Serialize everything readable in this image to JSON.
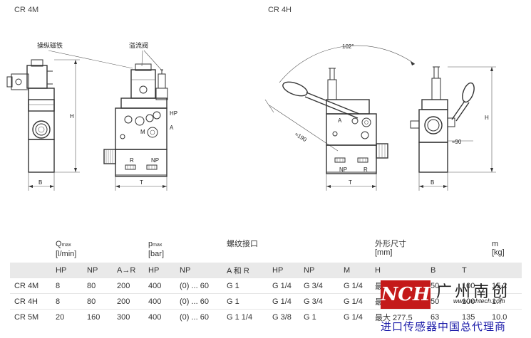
{
  "drawings": {
    "left_title": "CR 4M",
    "right_title": "CR 4H",
    "labels": {
      "solenoid": "操纵磁铁",
      "relief_valve": "溢流阀",
      "H": "H",
      "B": "B",
      "T": "T",
      "HP": "HP",
      "NP": "NP",
      "M": "M",
      "A": "A",
      "R": "R",
      "angle": "102°",
      "lever_len": "≈190",
      "lever_w": "≈90"
    }
  },
  "table": {
    "group_headers": [
      {
        "main": "Q",
        "sub": "max",
        "unit": "[l/min]"
      },
      {
        "main": "p",
        "sub": "max",
        "unit": "[bar]"
      },
      {
        "main": "螺纹接口",
        "sub": "",
        "unit": ""
      },
      {
        "main": "外形尺寸",
        "sub": "",
        "unit": "[mm]"
      },
      {
        "main": "m",
        "sub": "",
        "unit": "[kg]"
      }
    ],
    "columns": [
      "HP",
      "NP",
      "A→R",
      "HP",
      "NP",
      "A 和 R",
      "HP",
      "NP",
      "M",
      "H",
      "B",
      "T"
    ],
    "rows": [
      [
        "CR 4M",
        "8",
        "80",
        "200",
        "400",
        "(0) ... 60",
        "G 1",
        "G 1/4",
        "G 3/4",
        "G 1/4",
        "最",
        "50",
        "100",
        "15.2"
      ],
      [
        "CR 4H",
        "8",
        "80",
        "200",
        "400",
        "(0) ... 60",
        "G 1",
        "G 1/4",
        "G 3/4",
        "G 1/4",
        "最",
        "50",
        "100",
        "1.7"
      ],
      [
        "CR 5M",
        "20",
        "160",
        "300",
        "400",
        "(0) ... 60",
        "G 1 1/4",
        "G 3/8",
        "G 1",
        "G 1/4",
        "最大 277.5",
        "63",
        "135",
        "10.0"
      ]
    ]
  },
  "watermark": {
    "logo": "NCH",
    "company": "广州南创",
    "site": "www.nchtech.com",
    "tagline": "进口传感器中国总代理商"
  }
}
